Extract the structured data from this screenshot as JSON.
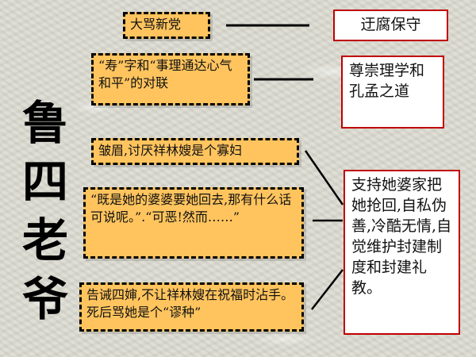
{
  "title": "鲁四老爷",
  "behaviors": [
    "大骂新党",
    "“寿”字和“事理通达心气和平”的对联",
    "皱眉,讨厌祥林嫂是个寡妇",
    "“既是她的婆婆要她回去,那有什么话可说呢。”.“可恶!然而……”",
    "告诫四婶,不让祥林嫂在祝福时沾手。死后骂她是个“谬种”"
  ],
  "traits": [
    "迂腐保守",
    "尊崇理学和孔孟之道",
    "支持她婆家把她抢回,自私伪善,冷酷无情,自觉维护封建制度和封建礼教。"
  ]
}
